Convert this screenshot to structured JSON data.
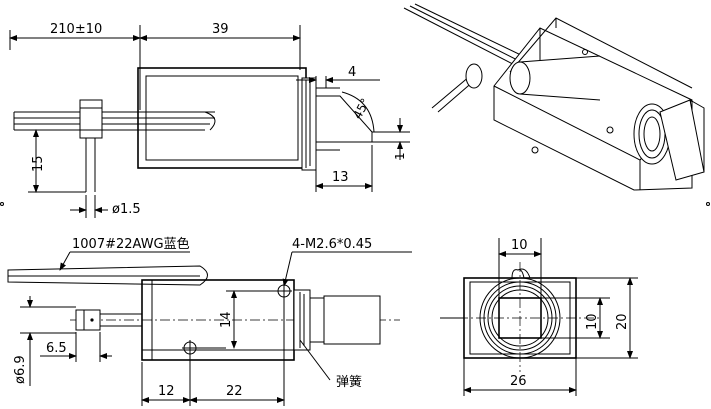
{
  "side_view": {
    "lead_length": "210±10",
    "body_length": "39",
    "flange_offset": "4",
    "chamfer_angle": "45°",
    "stroke_gap": "1",
    "plunger_protrusion": "13",
    "mount_height": "15",
    "pin_diameter": "ø1.5"
  },
  "front_view": {
    "wire_spec": "1007#22AWG蓝色",
    "screw_spec": "4-M2.6*0.45",
    "hole_spacing_v": "14",
    "diameter": "ø6.9",
    "pin_length": "6.5",
    "hole_offset": "12",
    "hole_spacing_h": "22",
    "spring_label": "弹簧"
  },
  "end_view": {
    "inner_width": "10",
    "inner_height": "10",
    "overall_height": "20",
    "overall_width": "26"
  }
}
